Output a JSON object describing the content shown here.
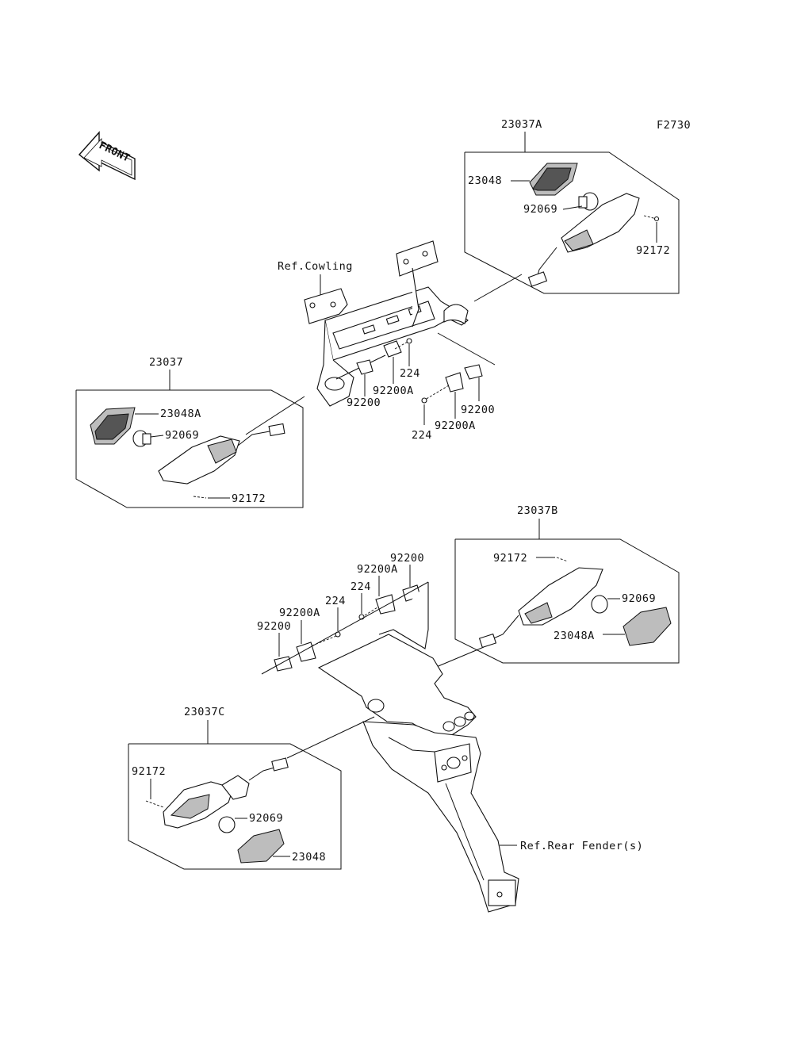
{
  "figure_code": "F2730",
  "front_arrow": {
    "text": "FRONT",
    "icon": "front-direction-arrow-icon"
  },
  "references": {
    "cowling": "Ref.Cowling",
    "rear_fender": "Ref.Rear Fender(s)"
  },
  "groups": {
    "front_right": {
      "assembly": "23037A",
      "parts": {
        "lens": "23048",
        "bulb": "92069",
        "screw": "92172"
      }
    },
    "front_left": {
      "assembly": "23037",
      "parts": {
        "lens": "23048A",
        "bulb": "92069",
        "screw": "92172"
      }
    },
    "rear_right": {
      "assembly": "23037B",
      "parts": {
        "screw": "92172",
        "bulb": "92069",
        "lens": "23048A"
      }
    },
    "rear_left": {
      "assembly": "23037C",
      "parts": {
        "screw": "92172",
        "bulb": "92069",
        "lens": "23048"
      }
    }
  },
  "mounting_front": {
    "bolt_a": "224",
    "plate_a": "92200A",
    "washer_a": "92200",
    "washer_b": "92200",
    "bolt_b": "224",
    "plate_b": "92200A"
  },
  "mounting_rear": {
    "washer_a": "92200",
    "plate_a": "92200A",
    "bolt_a": "224",
    "bolt_b": "224",
    "plate_b": "92200A",
    "washer_b": "92200"
  }
}
